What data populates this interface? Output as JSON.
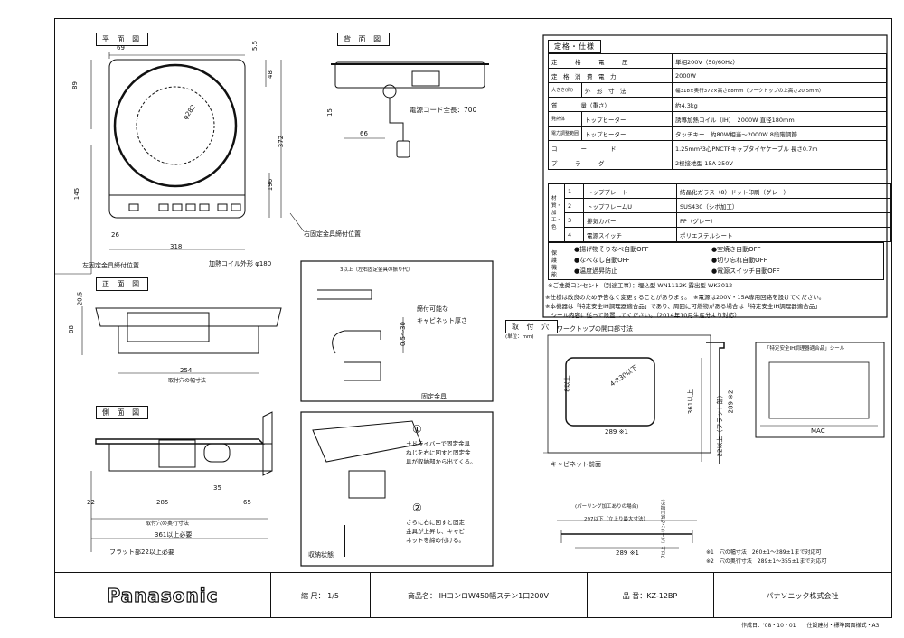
{
  "views": {
    "plan": "平 面 図",
    "back": "背 面 図",
    "front": "正 面 図",
    "side": "側 面 図",
    "hole": "取 付 穴",
    "spec_title": "定格・仕様"
  },
  "plan_dims": {
    "d69": "69",
    "d55": "5.5",
    "d89": "89",
    "d48": "48",
    "d372": "372",
    "d196": "196",
    "d145": "145",
    "d26": "26",
    "d318": "318",
    "d282": "φ282",
    "coil": "加熱コイル外形 φ180",
    "left_fix": "左固定金具締付位置",
    "right_fix": "右固定金具締付位置"
  },
  "back_dims": {
    "d15": "15",
    "d66": "66",
    "cord": "電源コード全長：700"
  },
  "front_dims": {
    "d205": "20.5",
    "d88": "88",
    "d254": "254",
    "hole_w": "取付穴の幅寸法"
  },
  "side_dims": {
    "d35": "35",
    "d22": "22",
    "d285": "285",
    "d65": "65",
    "hole_d": "取付穴の奥行寸法",
    "d361": "361以上必要",
    "flat": "フラット部22以上必要"
  },
  "detail": {
    "gap": "3以上（左右固定金具の振り代）",
    "tighten": "締付可能な",
    "cabinet": "キャビネット厚さ",
    "range": "0.5〜30",
    "bracket": "固定金具",
    "stored": "収納状態",
    "step1": "＋ドライバーで固定金具\nねじを右に回すと固定金\n具が収納部から出てくる。",
    "step2": "さらに右に回すと固定\n金具が上昇し、キャビ\nネットを締め付ける。",
    "n1": "①",
    "n2": "②"
  },
  "spec_rows": [
    {
      "c1": "定　　　格　　　電　　　圧",
      "c2": "単相200V（50/60Hz）"
    },
    {
      "c1": "定　格　消　費　電　力",
      "c2": "2000W"
    },
    {
      "c0": "大きさ(約)",
      "c1": "外　形　寸　法",
      "c2": "幅318×奥行372×高さ88mm（ワークトップの上高さ20.5mm）"
    },
    {
      "c1": "質　　　　量（重さ）",
      "c2": "約4.3kg"
    },
    {
      "c0": "発熱体",
      "c1": "トップヒーター",
      "c2": "誘導加熱コイル（IH）　2000W 直径180mm"
    },
    {
      "c0": "電力調整範囲",
      "c1": "トップヒーター",
      "c2": "タッチキー　約80W相当〜2000W 8段階調節"
    },
    {
      "c1": "コ　　　　ー　　　　ド",
      "c2": "1.25mm²3心PNCTFキャブタイヤケーブル 長さ0.7m"
    },
    {
      "c1": "プ　　　ラ　　　グ",
      "c2": "2極接地型 15A 250V"
    }
  ],
  "materials": {
    "label": "材質・加工・色",
    "rows": [
      {
        "n": "1",
        "part": "トッププレート",
        "mat": "結晶化ガラス（8）ドット印刷（グレー）"
      },
      {
        "n": "2",
        "part": "トップフレームU",
        "mat": "SUS430（シボ加工）"
      },
      {
        "n": "3",
        "part": "排気カバー",
        "mat": "PP（グレー）"
      },
      {
        "n": "4",
        "part": "電源スイッチ",
        "mat": "ポリエステルシート"
      }
    ]
  },
  "safety": {
    "label": "保護機能",
    "items": [
      "●揚げ物そりなべ自動OFF",
      "●空焼き自動OFF",
      "●なべなし自動OFF",
      "●切り忘れ自動OFF",
      "●温度過昇防止",
      "●電源スイッチ自動OFF"
    ]
  },
  "outlet": "※ご推奨コンセント（別途工事）：埋込型 WN1112K 露出型 WK3012",
  "notes": [
    "※仕様は改良のため予告なく変更することがあります。　※電源は200V・15A専用回路を設けてください。",
    "※本機器は「特定安全IH調理器適合品」であり、周囲に可燃物がある場合は「特定安全IH調理器適合品」",
    "　シール内容に従って設置してください。（2014年10月生産分より対応）"
  ],
  "hole": {
    "unit": "(単位：mm)",
    "title": "ワークトップの開口部寸法",
    "r": "4-R30以下",
    "d289": "289 ※1",
    "d8": "8以上",
    "cab_front": "キャビネット前面",
    "d361": "361以上",
    "d22": "22以上（フラット部）",
    "d289b": "289 ※2",
    "seal_title": "「特定安全IH調理器適合品」シール",
    "mac": "MAC",
    "packing_title": "(パーリング加工ありの場合)",
    "d297": "297以下（立上り最大寸法）",
    "d289c": "289 ※1",
    "d7": "7以上（パーリング加工部分）",
    "foot1": "※1　穴の幅寸法　260±1〜289±1まで対応可",
    "foot2": "※2　穴の奥行寸法　289±1〜355±1まで対応可"
  },
  "title_block": {
    "brand": "Panasonic",
    "scale": "縮 尺： 1/5",
    "product": "商品名： IHコンロW450幅ステン1口200V",
    "model": "品 番：KZ-12BP",
    "company": "パナソニック株式会社"
  },
  "footer": "作成日：'08・10・01　　住設建材・標準図面様式・A3"
}
